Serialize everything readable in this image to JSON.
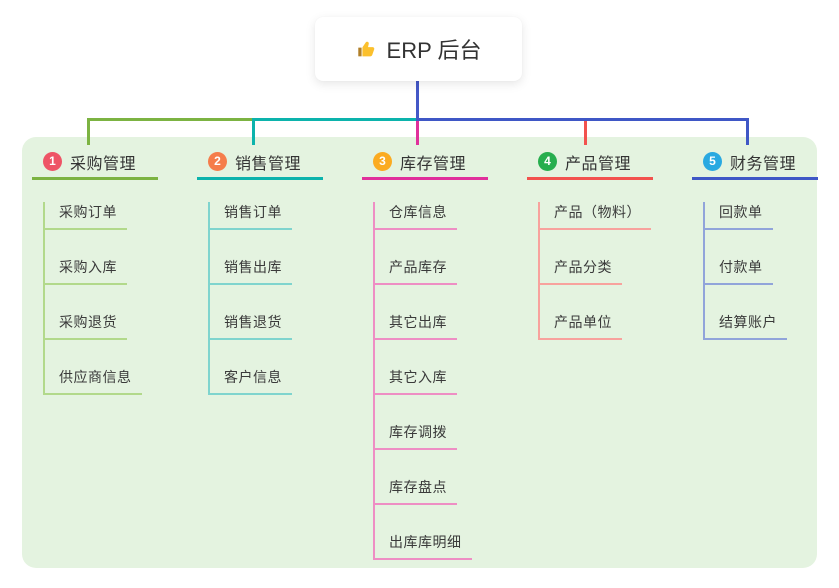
{
  "root": {
    "label": "ERP 后台",
    "icon": "thumbs-up-icon"
  },
  "branches": [
    {
      "num": "1",
      "title": "采购管理",
      "color": "#7cb342",
      "light": "#b2d98b",
      "badge_color": "#ee5466",
      "children": [
        "采购订单",
        "采购入库",
        "采购退货",
        "供应商信息"
      ]
    },
    {
      "num": "2",
      "title": "销售管理",
      "color": "#0cb3ac",
      "light": "#7fd4ce",
      "badge_color": "#f57d4b",
      "children": [
        "销售订单",
        "销售出库",
        "销售退货",
        "客户信息"
      ]
    },
    {
      "num": "3",
      "title": "库存管理",
      "color": "#e0309b",
      "light": "#ee8ec4",
      "badge_color": "#fbab21",
      "children": [
        "仓库信息",
        "产品库存",
        "其它出库",
        "其它入库",
        "库存调拨",
        "库存盘点",
        "出库库明细"
      ]
    },
    {
      "num": "4",
      "title": "产品管理",
      "color": "#f2524e",
      "light": "#f8a29d",
      "badge_color": "#27ae4e",
      "children": [
        "产品（物料）",
        "产品分类",
        "产品单位"
      ]
    },
    {
      "num": "5",
      "title": "财务管理",
      "color": "#3f57c6",
      "light": "#91a4da",
      "badge_color": "#29a9e1",
      "children": [
        "回款单",
        "付款单",
        "结算账户"
      ]
    }
  ],
  "colors": {
    "panel_bg": "#e4f3e0",
    "card_bg": "#ffffff",
    "title_text": "#333333",
    "child_text": "#3a3a3a",
    "root_connector": "#4458c7",
    "badge_text": "#ffffff"
  }
}
